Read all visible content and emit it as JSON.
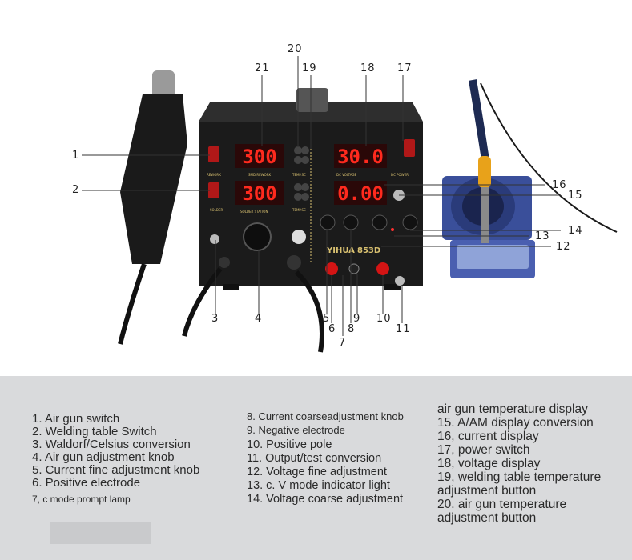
{
  "callouts": [
    "20",
    "21",
    "19",
    "18",
    "17",
    "1",
    "2",
    "16",
    "15",
    "14",
    "13",
    "12",
    "3",
    "4",
    "5",
    "6",
    "7",
    "8",
    "9",
    "10",
    "11"
  ],
  "displays": {
    "air_gun_temp": "300",
    "iron_temp": "300",
    "voltage": "30.0",
    "current": "0.00"
  },
  "panel": {
    "brand": "YIHUA",
    "model": "853D",
    "label_air": "SMD REWORK",
    "label_solder": "SOLDER STATION",
    "label_volt": "DC VOLTAGE",
    "label_power": "DC POWER",
    "label_temp1": "TEMP.SC",
    "label_temp2": "TEMP.SC",
    "label_rework": "REWORK",
    "label_solder_sw": "SOLDER"
  },
  "legend": {
    "col1": [
      "1. Air gun switch",
      "2. Welding table Switch",
      "3. Waldorf/Celsius conversion",
      "4. Air gun adjustment knob",
      "5. Current fine adjustment knob",
      "6. Positive electrode",
      "7, c mode prompt lamp"
    ],
    "col2": [
      "8. Current coarseadjustment knob",
      "9. Negative electrode",
      "10. Positive pole",
      "11. Output/test conversion",
      "12. Voltage fine adjustment",
      "13. c. V mode indicator light",
      "14. Voltage coarse adjustment"
    ],
    "col3": [
      "air gun temperature display",
      "15. A/AM display conversion",
      "16, current display",
      "17, power switch",
      "18, voltage display",
      "19, welding table temperature",
      "adjustment button",
      "20. air gun temperature",
      "adjustment button"
    ]
  },
  "colors": {
    "panel": "#1b1b1b",
    "led": "#ff2a1e",
    "legend_bg": "#d9dadc"
  }
}
